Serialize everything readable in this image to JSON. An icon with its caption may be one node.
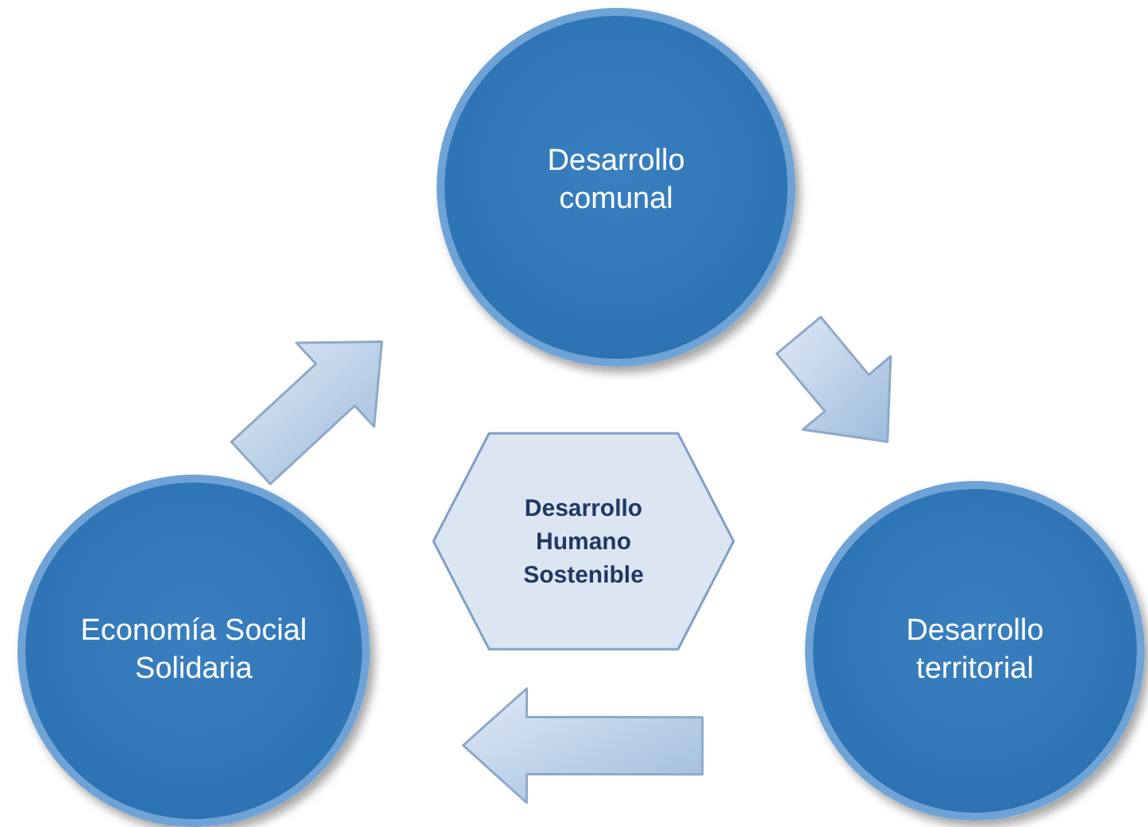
{
  "diagram": {
    "nodes": [
      {
        "text": [
          "Desarrollo comunal"
        ]
      },
      {
        "text": [
          "Desarrollo Humano Sostenible"
        ]
      },
      {
        "text": [
          "Economía Social Solidaria"
        ]
      },
      {
        "text": [
          "Desarrollo territorial"
        ]
      }
    ],
    "edges": [
      {
        "from": 2,
        "to": 0,
        "arrow": "to"
      },
      {
        "from": 0,
        "to": 3,
        "arrow": "to"
      },
      {
        "from": 3,
        "to": 2,
        "arrow": "to"
      }
    ]
  }
}
